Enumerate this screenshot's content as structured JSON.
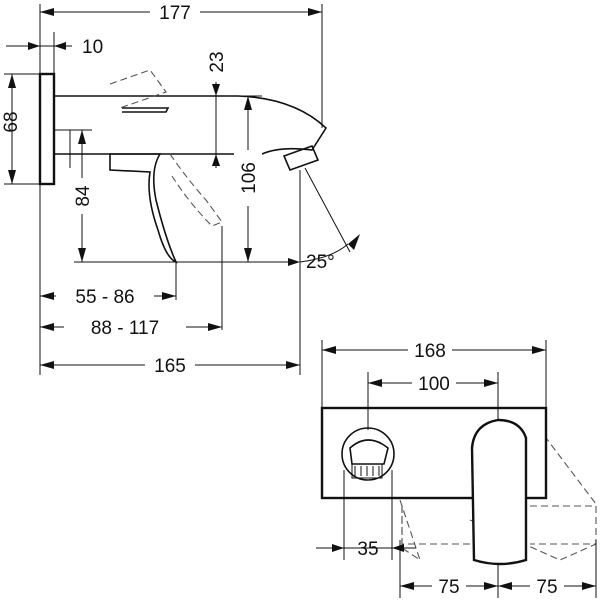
{
  "side_view": {
    "overall_length": "177",
    "wall_offset": "10",
    "spout_clearance": "23",
    "rosette_height": "68",
    "spout_height": "106",
    "lever_drop": "84",
    "lever_range_short": "55 - 86",
    "lever_range_long": "88 - 117",
    "spout_projection": "165",
    "tilt_angle": "25°"
  },
  "front_view": {
    "plate_width": "168",
    "centre_distance": "100",
    "knob_offset": "35",
    "lever_swing_left": "75",
    "lever_swing_right": "75"
  }
}
